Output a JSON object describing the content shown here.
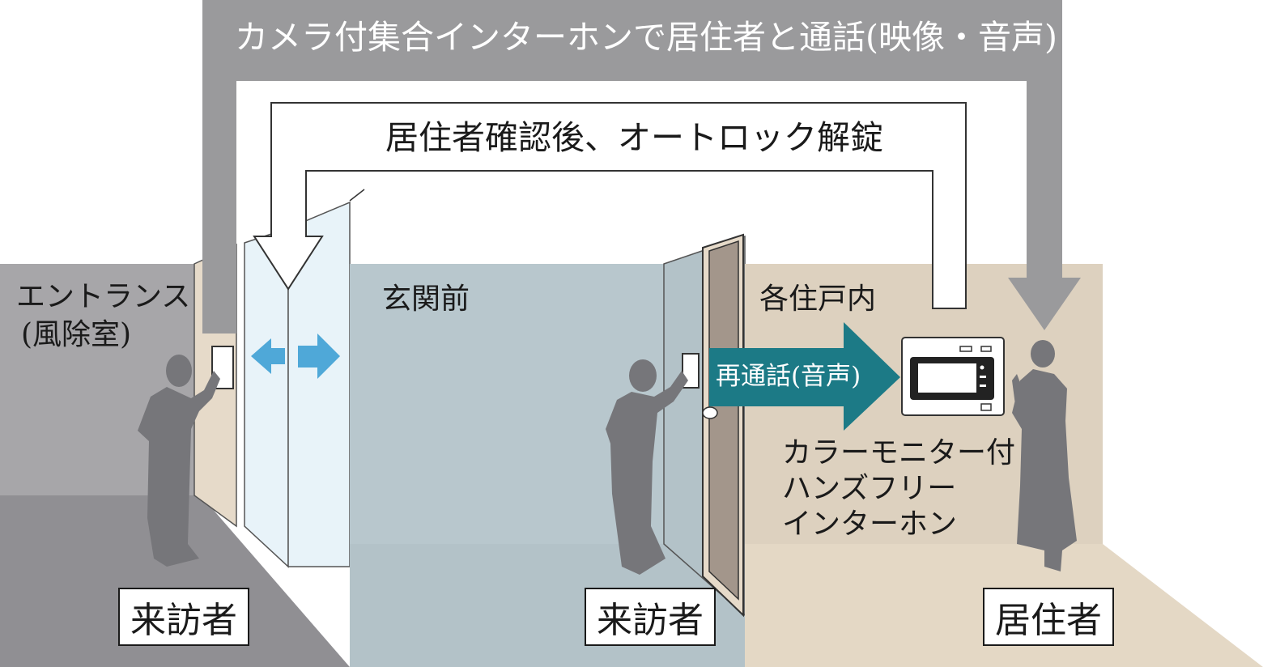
{
  "top_arrow_label": "カメラ付集合インターホンで居住者と通話(映像・音声)",
  "unlock_arrow_label": "居住者確認後、オートロック解錠",
  "zones": {
    "entrance_line1": "エントランス",
    "entrance_line2": "(風除室)",
    "front_door": "玄関前",
    "inside_unit": "各住戸内"
  },
  "recall_label": "再通話(音声)",
  "monitor_caption": [
    "カラーモニター付",
    "ハンズフリー",
    "インターホン"
  ],
  "people": {
    "visitor_entrance": "来訪者",
    "visitor_door": "来訪者",
    "resident": "居住者"
  },
  "colors": {
    "gray_arrow": "#9a9a9c",
    "entrance_floor": "#a7a6a9",
    "corridor": "#b8c7cd",
    "unit_wall": "#ddd1bf",
    "glass": "#e8f3f9",
    "blue_arrow": "#4fa8d8",
    "teal_arrow": "#1c7a86",
    "silhouette": "#76767a",
    "door": "#a3968b"
  }
}
